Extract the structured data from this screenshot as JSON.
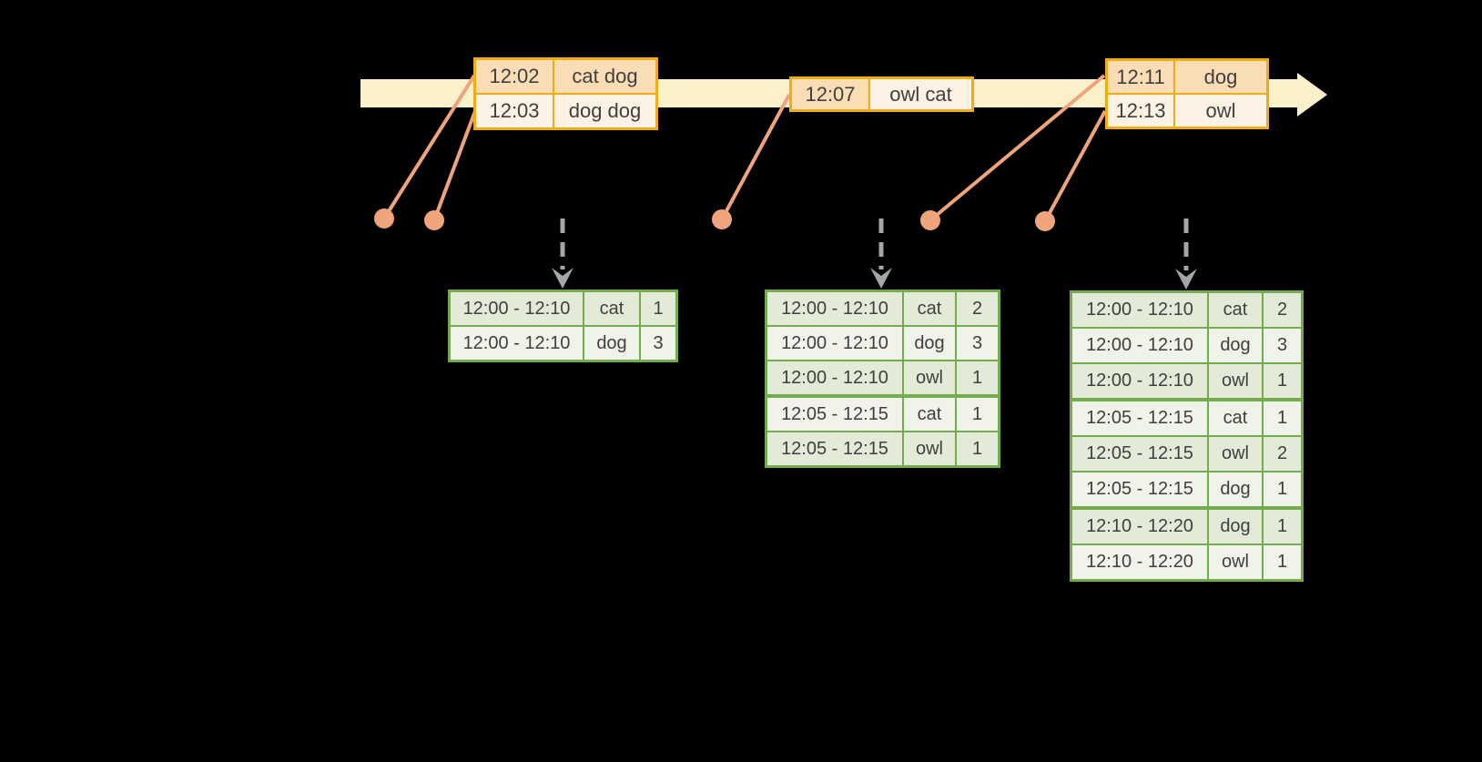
{
  "colors": {
    "background": "#000000",
    "timeline_fill": "#FAF0CA",
    "event_table_border": "#F1AC15",
    "event_row_dark": "#FBDDB5",
    "event_row_light": "#FDF2E3",
    "marker": "#F0A47C",
    "result_table_border": "#73AC4C",
    "result_row_dark": "#E3EBD8",
    "result_row_light": "#EFF3EA",
    "arrow_gray": "#A6A6A6",
    "text": "#3F3F3F"
  },
  "icons": {
    "timeline_arrowhead_icon": "right-arrow",
    "trigger_arrow_icon": "down-dashed-arrow",
    "event_marker_dot": "circle"
  },
  "event_batches": [
    {
      "rows": [
        {
          "time": "12:02",
          "words": "cat dog"
        },
        {
          "time": "12:03",
          "words": "dog dog"
        }
      ]
    },
    {
      "rows": [
        {
          "time": "12:07",
          "words": "owl cat"
        }
      ]
    },
    {
      "rows": [
        {
          "time": "12:11",
          "words": "dog"
        },
        {
          "time": "12:13",
          "words": "owl"
        }
      ]
    }
  ],
  "result_tables": [
    {
      "rows": [
        {
          "window": "12:00 - 12:10",
          "word": "cat",
          "count": "1"
        },
        {
          "window": "12:00 - 12:10",
          "word": "dog",
          "count": "3"
        }
      ]
    },
    {
      "rows": [
        {
          "window": "12:00 - 12:10",
          "word": "cat",
          "count": "2"
        },
        {
          "window": "12:00 - 12:10",
          "word": "dog",
          "count": "3"
        },
        {
          "window": "12:00 - 12:10",
          "word": "owl",
          "count": "1"
        },
        {
          "window": "12:05 - 12:15",
          "word": "cat",
          "count": "1"
        },
        {
          "window": "12:05 - 12:15",
          "word": "owl",
          "count": "1"
        }
      ]
    },
    {
      "rows": [
        {
          "window": "12:00 - 12:10",
          "word": "cat",
          "count": "2"
        },
        {
          "window": "12:00 - 12:10",
          "word": "dog",
          "count": "3"
        },
        {
          "window": "12:00 - 12:10",
          "word": "owl",
          "count": "1"
        },
        {
          "window": "12:05 - 12:15",
          "word": "cat",
          "count": "1"
        },
        {
          "window": "12:05 - 12:15",
          "word": "owl",
          "count": "2"
        },
        {
          "window": "12:05 - 12:15",
          "word": "dog",
          "count": "1"
        },
        {
          "window": "12:10 - 12:20",
          "word": "dog",
          "count": "1"
        },
        {
          "window": "12:10 - 12:20",
          "word": "owl",
          "count": "1"
        }
      ]
    }
  ]
}
